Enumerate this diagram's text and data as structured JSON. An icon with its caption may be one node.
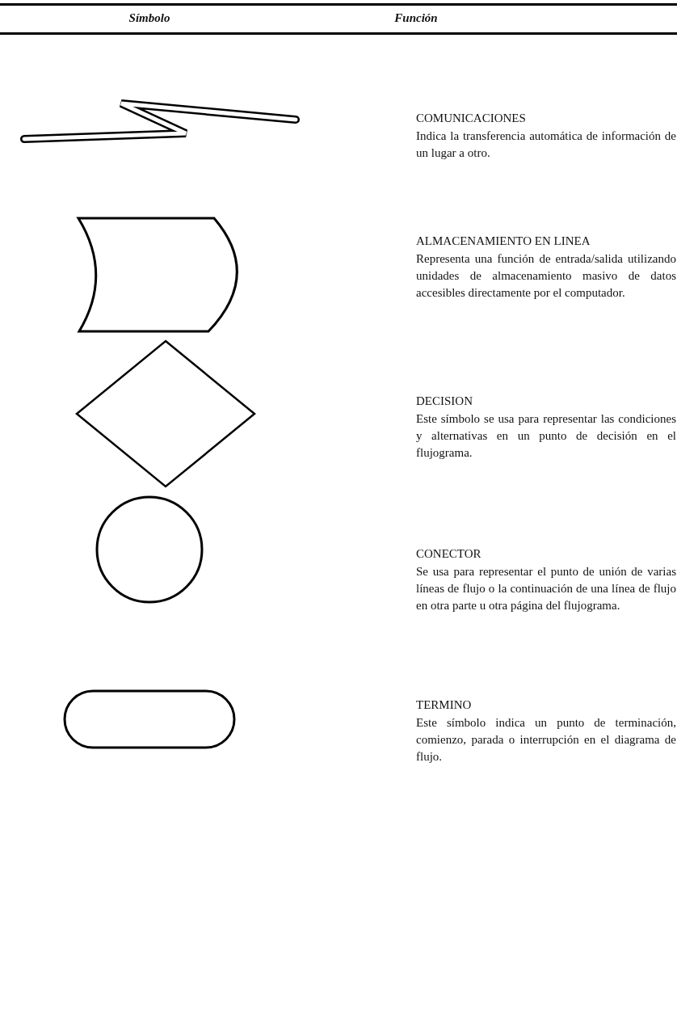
{
  "diagram": {
    "nodes": [
      {
        "text": [],
        "shape": "bolt"
      },
      {
        "text": [],
        "shape": "drum"
      },
      {
        "text": [],
        "shape": "diamond"
      },
      {
        "text": [],
        "shape": "circle"
      },
      {
        "text": [],
        "shape": "stadium"
      }
    ],
    "edges": [],
    "labels": [
      "Símbolo",
      "Función",
      "COMUNICACIONES",
      "Indica la transferencia automática de información de un lugar a otro.",
      "ALMACENAMIENTO EN LINEA",
      "Representa una función de entrada/salida utilizando unidades de almacenamiento masivo de datos accesibles directamente por el computador.",
      "DECISION",
      "Este símbolo se usa para representar las condiciones y alternativas en un punto de decisión en el flujograma.",
      "CONECTOR",
      "Se usa para representar el punto de unión de varias líneas de flujo o la continuación de una línea de flujo en otra parte u otra página del flujograma.",
      "TERMINO",
      "Este símbolo indica un punto de terminación, comienzo, parada o interrupción en el diagrama de flujo."
    ]
  }
}
